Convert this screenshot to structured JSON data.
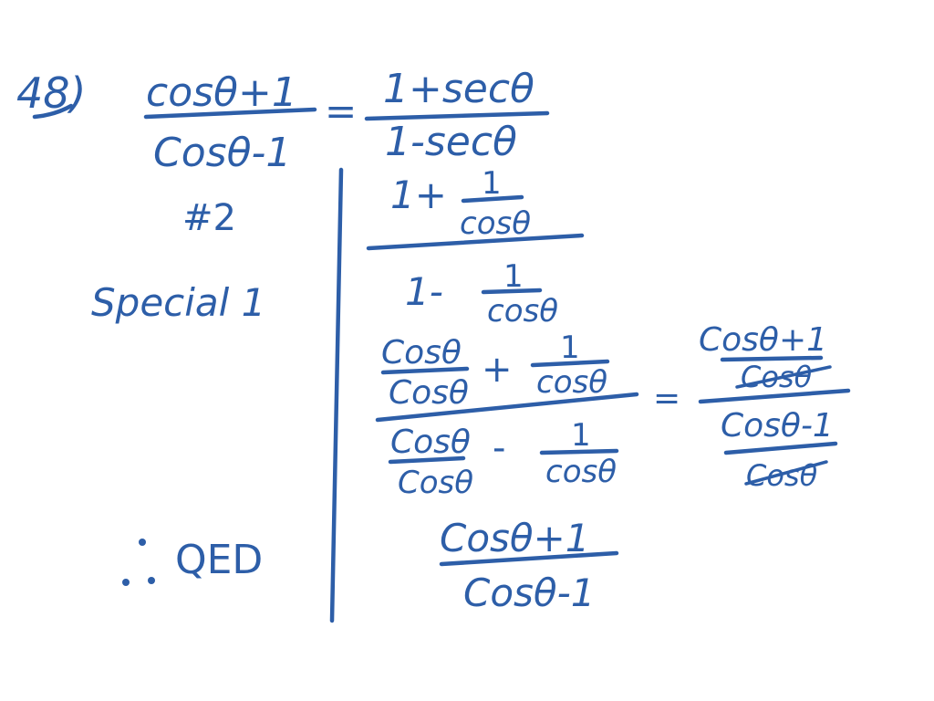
{
  "problem_number": "48)",
  "equation": {
    "lhs_numerator": "cosθ+1",
    "lhs_denominator": "Cosθ-1",
    "equals": "=",
    "rhs_numerator": "1+secθ",
    "rhs_denominator": "1-secθ"
  },
  "notes": {
    "identity_ref": "#2",
    "special_ref": "Special 1",
    "conclusion": "QED"
  },
  "step1": {
    "numerator_lead": "1+",
    "numerator_frac_top": "1",
    "numerator_frac_bottom": "cosθ",
    "denominator_lead": "1-",
    "denominator_frac_top": "1",
    "denominator_frac_bottom": "cosθ"
  },
  "step2": {
    "num_a_top": "Cosθ",
    "num_a_bottom": "Cosθ",
    "num_op": "+",
    "num_b_top": "1",
    "num_b_bottom": "cosθ",
    "den_a_top": "Cosθ",
    "den_a_bottom": "Cosθ",
    "den_op": "-",
    "den_b_top": "1",
    "den_b_bottom": "cosθ",
    "equals": "=",
    "right_num_top": "Cosθ+1",
    "right_num_bottom": "Cosθ",
    "right_den_top": "Cosθ-1",
    "right_den_bottom": "Cosθ"
  },
  "result": {
    "numerator": "Cosθ+1",
    "denominator": "Cosθ-1"
  },
  "ink_color": "#2d5ea8"
}
